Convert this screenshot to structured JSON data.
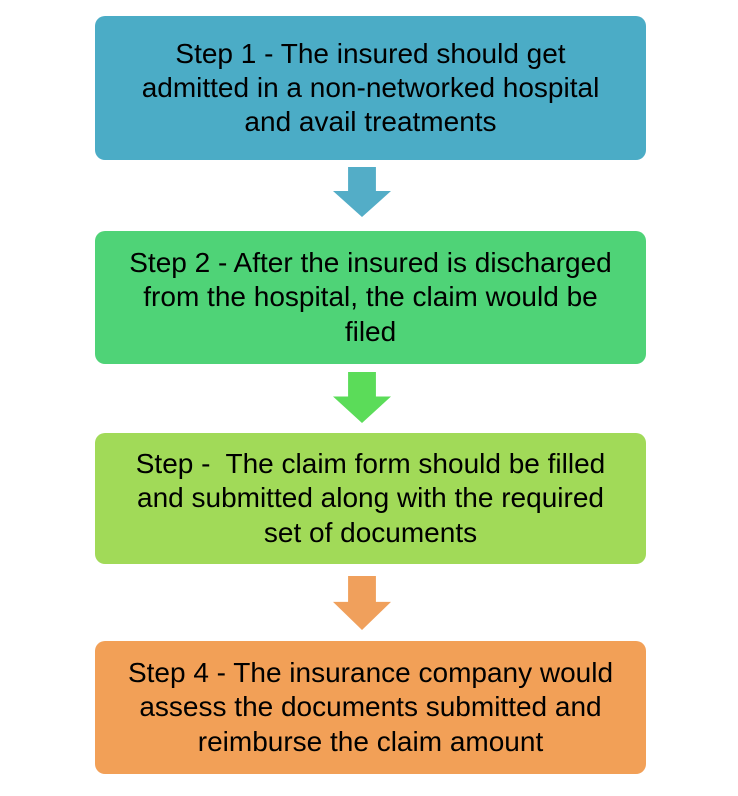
{
  "diagram": {
    "type": "flowchart",
    "direction": "top-down",
    "background": "#ffffff",
    "text_color": "#000000",
    "steps": [
      {
        "name": "step-1",
        "text": "Step 1 - The insured should get\nadmitted in a non-networked hospital\nand avail treatments",
        "fill": "#4BACC6"
      },
      {
        "name": "step-2",
        "text": "Step 2 - After the insured is discharged\nfrom the hospital, the claim would be\nfiled",
        "fill": "#4FD377"
      },
      {
        "name": "step-3",
        "text": "Step -  The claim form should be filled\nand submitted along with the required\nset of documents",
        "fill": "#A1DA58"
      },
      {
        "name": "step-4",
        "text": "Step 4 - The insurance company would\nassess the documents submitted and\nreimburse the claim amount",
        "fill": "#F2A057"
      }
    ],
    "arrows": [
      {
        "name": "arrow-1",
        "direction": "down",
        "fill": "#53ADC7"
      },
      {
        "name": "arrow-2",
        "direction": "down",
        "fill": "#5BDC59"
      },
      {
        "name": "arrow-3",
        "direction": "down",
        "fill": "#F0A05C"
      }
    ]
  }
}
